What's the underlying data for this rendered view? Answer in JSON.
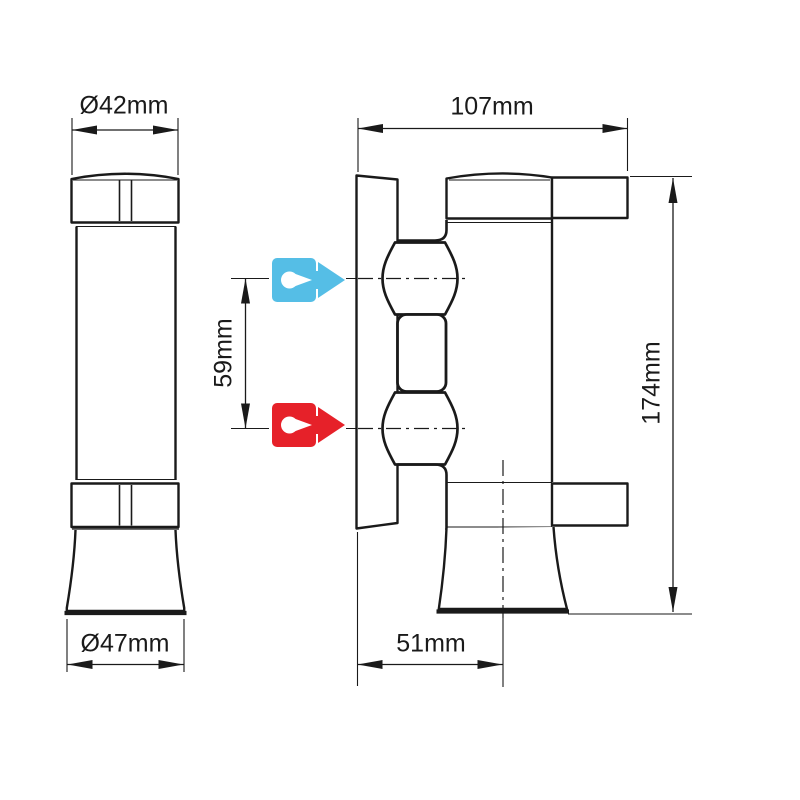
{
  "drawing": {
    "background": "#ffffff",
    "line_color": "#1a1a1a",
    "dimensions": {
      "d42": {
        "label": "Ø42mm"
      },
      "d107": {
        "label": "107mm"
      },
      "d59": {
        "label": "59mm"
      },
      "d174": {
        "label": "174mm"
      },
      "d51": {
        "label": "51mm"
      },
      "d47": {
        "label": "Ø47mm"
      }
    },
    "icons": {
      "cold": {
        "name": "cold-water-inlet-arrow-icon",
        "color": "#55BEE6"
      },
      "hot": {
        "name": "hot-water-inlet-arrow-icon",
        "color": "#E62129"
      }
    }
  }
}
